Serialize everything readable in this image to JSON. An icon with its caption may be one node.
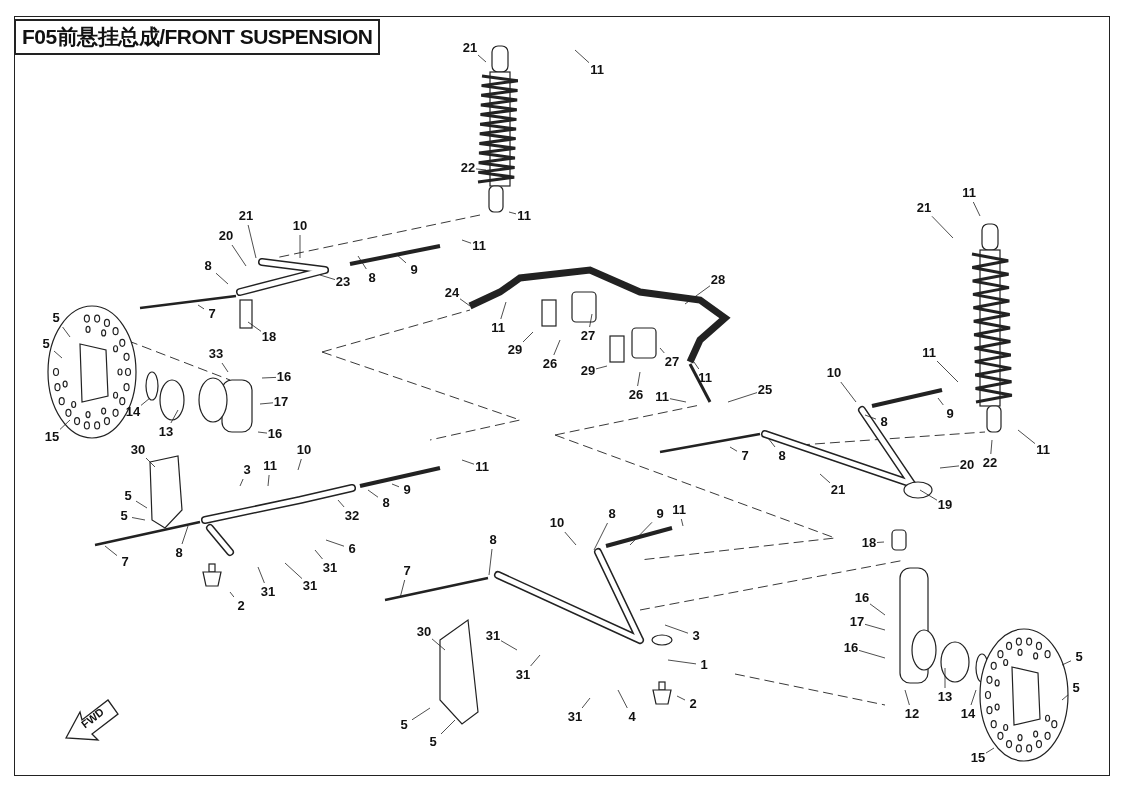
{
  "diagram": {
    "title": "F05前悬挂总成/FRONT SUSPENSION",
    "nodes": [
      {
        "text": [
          "21"
        ]
      },
      {
        "text": [
          "11"
        ]
      },
      {
        "text": [
          "22"
        ]
      },
      {
        "text": [
          "11"
        ]
      },
      {
        "text": [
          "21"
        ]
      },
      {
        "text": [
          "10"
        ]
      },
      {
        "text": [
          "20"
        ]
      },
      {
        "text": [
          "11"
        ]
      },
      {
        "text": [
          "8"
        ]
      },
      {
        "text": [
          "8"
        ]
      },
      {
        "text": [
          "9"
        ]
      },
      {
        "text": [
          "23"
        ]
      },
      {
        "text": [
          "7"
        ]
      },
      {
        "text": [
          "18"
        ]
      },
      {
        "text": [
          "5"
        ]
      },
      {
        "text": [
          "5"
        ]
      },
      {
        "text": [
          "33"
        ]
      },
      {
        "text": [
          "16"
        ]
      },
      {
        "text": [
          "17"
        ]
      },
      {
        "text": [
          "14"
        ]
      },
      {
        "text": [
          "13"
        ]
      },
      {
        "text": [
          "16"
        ]
      },
      {
        "text": [
          "15"
        ]
      },
      {
        "text": [
          "24"
        ]
      },
      {
        "text": [
          "11"
        ]
      },
      {
        "text": [
          "29"
        ]
      },
      {
        "text": [
          "26"
        ]
      },
      {
        "text": [
          "27"
        ]
      },
      {
        "text": [
          "28"
        ]
      },
      {
        "text": [
          "29"
        ]
      },
      {
        "text": [
          "27"
        ]
      },
      {
        "text": [
          "26"
        ]
      },
      {
        "text": [
          "11"
        ]
      },
      {
        "text": [
          "11"
        ]
      },
      {
        "text": [
          "25"
        ]
      },
      {
        "text": [
          "11"
        ]
      },
      {
        "text": [
          "21"
        ]
      },
      {
        "text": [
          "11"
        ]
      },
      {
        "text": [
          "10"
        ]
      },
      {
        "text": [
          "9"
        ]
      },
      {
        "text": [
          "8"
        ]
      },
      {
        "text": [
          "7"
        ]
      },
      {
        "text": [
          "8"
        ]
      },
      {
        "text": [
          "22"
        ]
      },
      {
        "text": [
          "11"
        ]
      },
      {
        "text": [
          "20"
        ]
      },
      {
        "text": [
          "21"
        ]
      },
      {
        "text": [
          "19"
        ]
      },
      {
        "text": [
          "30"
        ]
      },
      {
        "text": [
          "10"
        ]
      },
      {
        "text": [
          "11"
        ]
      },
      {
        "text": [
          "3"
        ]
      },
      {
        "text": [
          "11"
        ]
      },
      {
        "text": [
          "9"
        ]
      },
      {
        "text": [
          "5"
        ]
      },
      {
        "text": [
          "5"
        ]
      },
      {
        "text": [
          "32"
        ]
      },
      {
        "text": [
          "8"
        ]
      },
      {
        "text": [
          "6"
        ]
      },
      {
        "text": [
          "8"
        ]
      },
      {
        "text": [
          "7"
        ]
      },
      {
        "text": [
          "31"
        ]
      },
      {
        "text": [
          "31"
        ]
      },
      {
        "text": [
          "31"
        ]
      },
      {
        "text": [
          "2"
        ]
      },
      {
        "text": [
          "10"
        ]
      },
      {
        "text": [
          "8"
        ]
      },
      {
        "text": [
          "9"
        ]
      },
      {
        "text": [
          "11"
        ]
      },
      {
        "text": [
          "8"
        ]
      },
      {
        "text": [
          "7"
        ]
      },
      {
        "text": [
          "30"
        ]
      },
      {
        "text": [
          "31"
        ]
      },
      {
        "text": [
          "31"
        ]
      },
      {
        "text": [
          "3"
        ]
      },
      {
        "text": [
          "1"
        ]
      },
      {
        "text": [
          "31"
        ]
      },
      {
        "text": [
          "4"
        ]
      },
      {
        "text": [
          "2"
        ]
      },
      {
        "text": [
          "5"
        ]
      },
      {
        "text": [
          "5"
        ]
      },
      {
        "text": [
          "18"
        ]
      },
      {
        "text": [
          "16"
        ]
      },
      {
        "text": [
          "17"
        ]
      },
      {
        "text": [
          "16"
        ]
      },
      {
        "text": [
          "13"
        ]
      },
      {
        "text": [
          "14"
        ]
      },
      {
        "text": [
          "12"
        ]
      },
      {
        "text": [
          "15"
        ]
      },
      {
        "text": [
          "5"
        ]
      },
      {
        "text": [
          "5"
        ]
      }
    ],
    "edges": [
      {
        "from": 0,
        "to": null,
        "arrow": "none"
      },
      {
        "from": 1,
        "to": null,
        "arrow": "none"
      },
      {
        "from": 2,
        "to": null,
        "arrow": "none"
      },
      {
        "from": 3,
        "to": null,
        "arrow": "none"
      },
      {
        "from": 4,
        "to": null,
        "arrow": "none"
      },
      {
        "from": 5,
        "to": null,
        "arrow": "none"
      },
      {
        "from": 6,
        "to": null,
        "arrow": "none"
      },
      {
        "from": 7,
        "to": null,
        "arrow": "none"
      },
      {
        "from": 8,
        "to": null,
        "arrow": "none"
      },
      {
        "from": 9,
        "to": null,
        "arrow": "none"
      },
      {
        "from": 10,
        "to": null,
        "arrow": "none"
      },
      {
        "from": 11,
        "to": null,
        "arrow": "none"
      },
      {
        "from": 12,
        "to": null,
        "arrow": "none"
      },
      {
        "from": 13,
        "to": null,
        "arrow": "none"
      },
      {
        "from": 14,
        "to": null,
        "arrow": "none"
      },
      {
        "from": 15,
        "to": null,
        "arrow": "none"
      },
      {
        "from": 16,
        "to": null,
        "arrow": "none"
      },
      {
        "from": 17,
        "to": null,
        "arrow": "none"
      },
      {
        "from": 18,
        "to": null,
        "arrow": "none"
      },
      {
        "from": 19,
        "to": null,
        "arrow": "none"
      },
      {
        "from": 20,
        "to": null,
        "arrow": "none"
      },
      {
        "from": 21,
        "to": null,
        "arrow": "none"
      },
      {
        "from": 22,
        "to": null,
        "arrow": "none"
      },
      {
        "from": 23,
        "to": null,
        "arrow": "none"
      },
      {
        "from": 24,
        "to": null,
        "arrow": "none"
      },
      {
        "from": 25,
        "to": null,
        "arrow": "none"
      },
      {
        "from": 26,
        "to": null,
        "arrow": "none"
      },
      {
        "from": 27,
        "to": null,
        "arrow": "none"
      },
      {
        "from": 28,
        "to": null,
        "arrow": "none"
      },
      {
        "from": 29,
        "to": null,
        "arrow": "none"
      },
      {
        "from": 30,
        "to": null,
        "arrow": "none"
      },
      {
        "from": 31,
        "to": null,
        "arrow": "none"
      },
      {
        "from": 32,
        "to": null,
        "arrow": "none"
      },
      {
        "from": 33,
        "to": null,
        "arrow": "none"
      },
      {
        "from": 34,
        "to": null,
        "arrow": "none"
      },
      {
        "from": 35,
        "to": null,
        "arrow": "none"
      },
      {
        "from": 36,
        "to": null,
        "arrow": "none"
      },
      {
        "from": 37,
        "to": null,
        "arrow": "none"
      },
      {
        "from": 38,
        "to": null,
        "arrow": "none"
      },
      {
        "from": 39,
        "to": null,
        "arrow": "none"
      },
      {
        "from": 40,
        "to": null,
        "arrow": "none"
      },
      {
        "from": 41,
        "to": null,
        "arrow": "none"
      },
      {
        "from": 42,
        "to": null,
        "arrow": "none"
      },
      {
        "from": 43,
        "to": null,
        "arrow": "none"
      },
      {
        "from": 44,
        "to": null,
        "arrow": "none"
      },
      {
        "from": 45,
        "to": null,
        "arrow": "none"
      },
      {
        "from": 46,
        "to": null,
        "arrow": "none"
      },
      {
        "from": 47,
        "to": null,
        "arrow": "none"
      },
      {
        "from": 48,
        "to": null,
        "arrow": "none"
      },
      {
        "from": 49,
        "to": null,
        "arrow": "none"
      },
      {
        "from": 50,
        "to": null,
        "arrow": "none"
      },
      {
        "from": 51,
        "to": null,
        "arrow": "none"
      },
      {
        "from": 52,
        "to": null,
        "arrow": "none"
      },
      {
        "from": 53,
        "to": null,
        "arrow": "none"
      },
      {
        "from": 54,
        "to": null,
        "arrow": "none"
      },
      {
        "from": 55,
        "to": null,
        "arrow": "none"
      },
      {
        "from": 56,
        "to": null,
        "arrow": "none"
      },
      {
        "from": 57,
        "to": null,
        "arrow": "none"
      },
      {
        "from": 58,
        "to": null,
        "arrow": "none"
      },
      {
        "from": 59,
        "to": null,
        "arrow": "none"
      },
      {
        "from": 60,
        "to": null,
        "arrow": "none"
      },
      {
        "from": 61,
        "to": null,
        "arrow": "none"
      },
      {
        "from": 62,
        "to": null,
        "arrow": "none"
      },
      {
        "from": 63,
        "to": null,
        "arrow": "none"
      },
      {
        "from": 64,
        "to": null,
        "arrow": "none"
      },
      {
        "from": 65,
        "to": null,
        "arrow": "none"
      },
      {
        "from": 66,
        "to": null,
        "arrow": "none"
      },
      {
        "from": 67,
        "to": null,
        "arrow": "none"
      },
      {
        "from": 68,
        "to": null,
        "arrow": "none"
      },
      {
        "from": 69,
        "to": null,
        "arrow": "none"
      },
      {
        "from": 70,
        "to": null,
        "arrow": "none"
      },
      {
        "from": 71,
        "to": null,
        "arrow": "none"
      },
      {
        "from": 72,
        "to": null,
        "arrow": "none"
      },
      {
        "from": 73,
        "to": null,
        "arrow": "none"
      },
      {
        "from": 74,
        "to": null,
        "arrow": "none"
      },
      {
        "from": 75,
        "to": null,
        "arrow": "none"
      },
      {
        "from": 76,
        "to": null,
        "arrow": "none"
      },
      {
        "from": 77,
        "to": null,
        "arrow": "none"
      },
      {
        "from": 78,
        "to": null,
        "arrow": "none"
      },
      {
        "from": 79,
        "to": null,
        "arrow": "none"
      },
      {
        "from": 80,
        "to": null,
        "arrow": "none"
      },
      {
        "from": 81,
        "to": null,
        "arrow": "none"
      },
      {
        "from": 82,
        "to": null,
        "arrow": "none"
      },
      {
        "from": 83,
        "to": null,
        "arrow": "none"
      },
      {
        "from": 84,
        "to": null,
        "arrow": "none"
      },
      {
        "from": 85,
        "to": null,
        "arrow": "none"
      },
      {
        "from": 86,
        "to": null,
        "arrow": "none"
      },
      {
        "from": 87,
        "to": null,
        "arrow": "none"
      },
      {
        "from": 88,
        "to": null,
        "arrow": "none"
      },
      {
        "from": 89,
        "to": null,
        "arrow": "none"
      },
      {
        "from": 90,
        "to": null,
        "arrow": "none"
      }
    ],
    "labels": [
      "FWD"
    ]
  }
}
